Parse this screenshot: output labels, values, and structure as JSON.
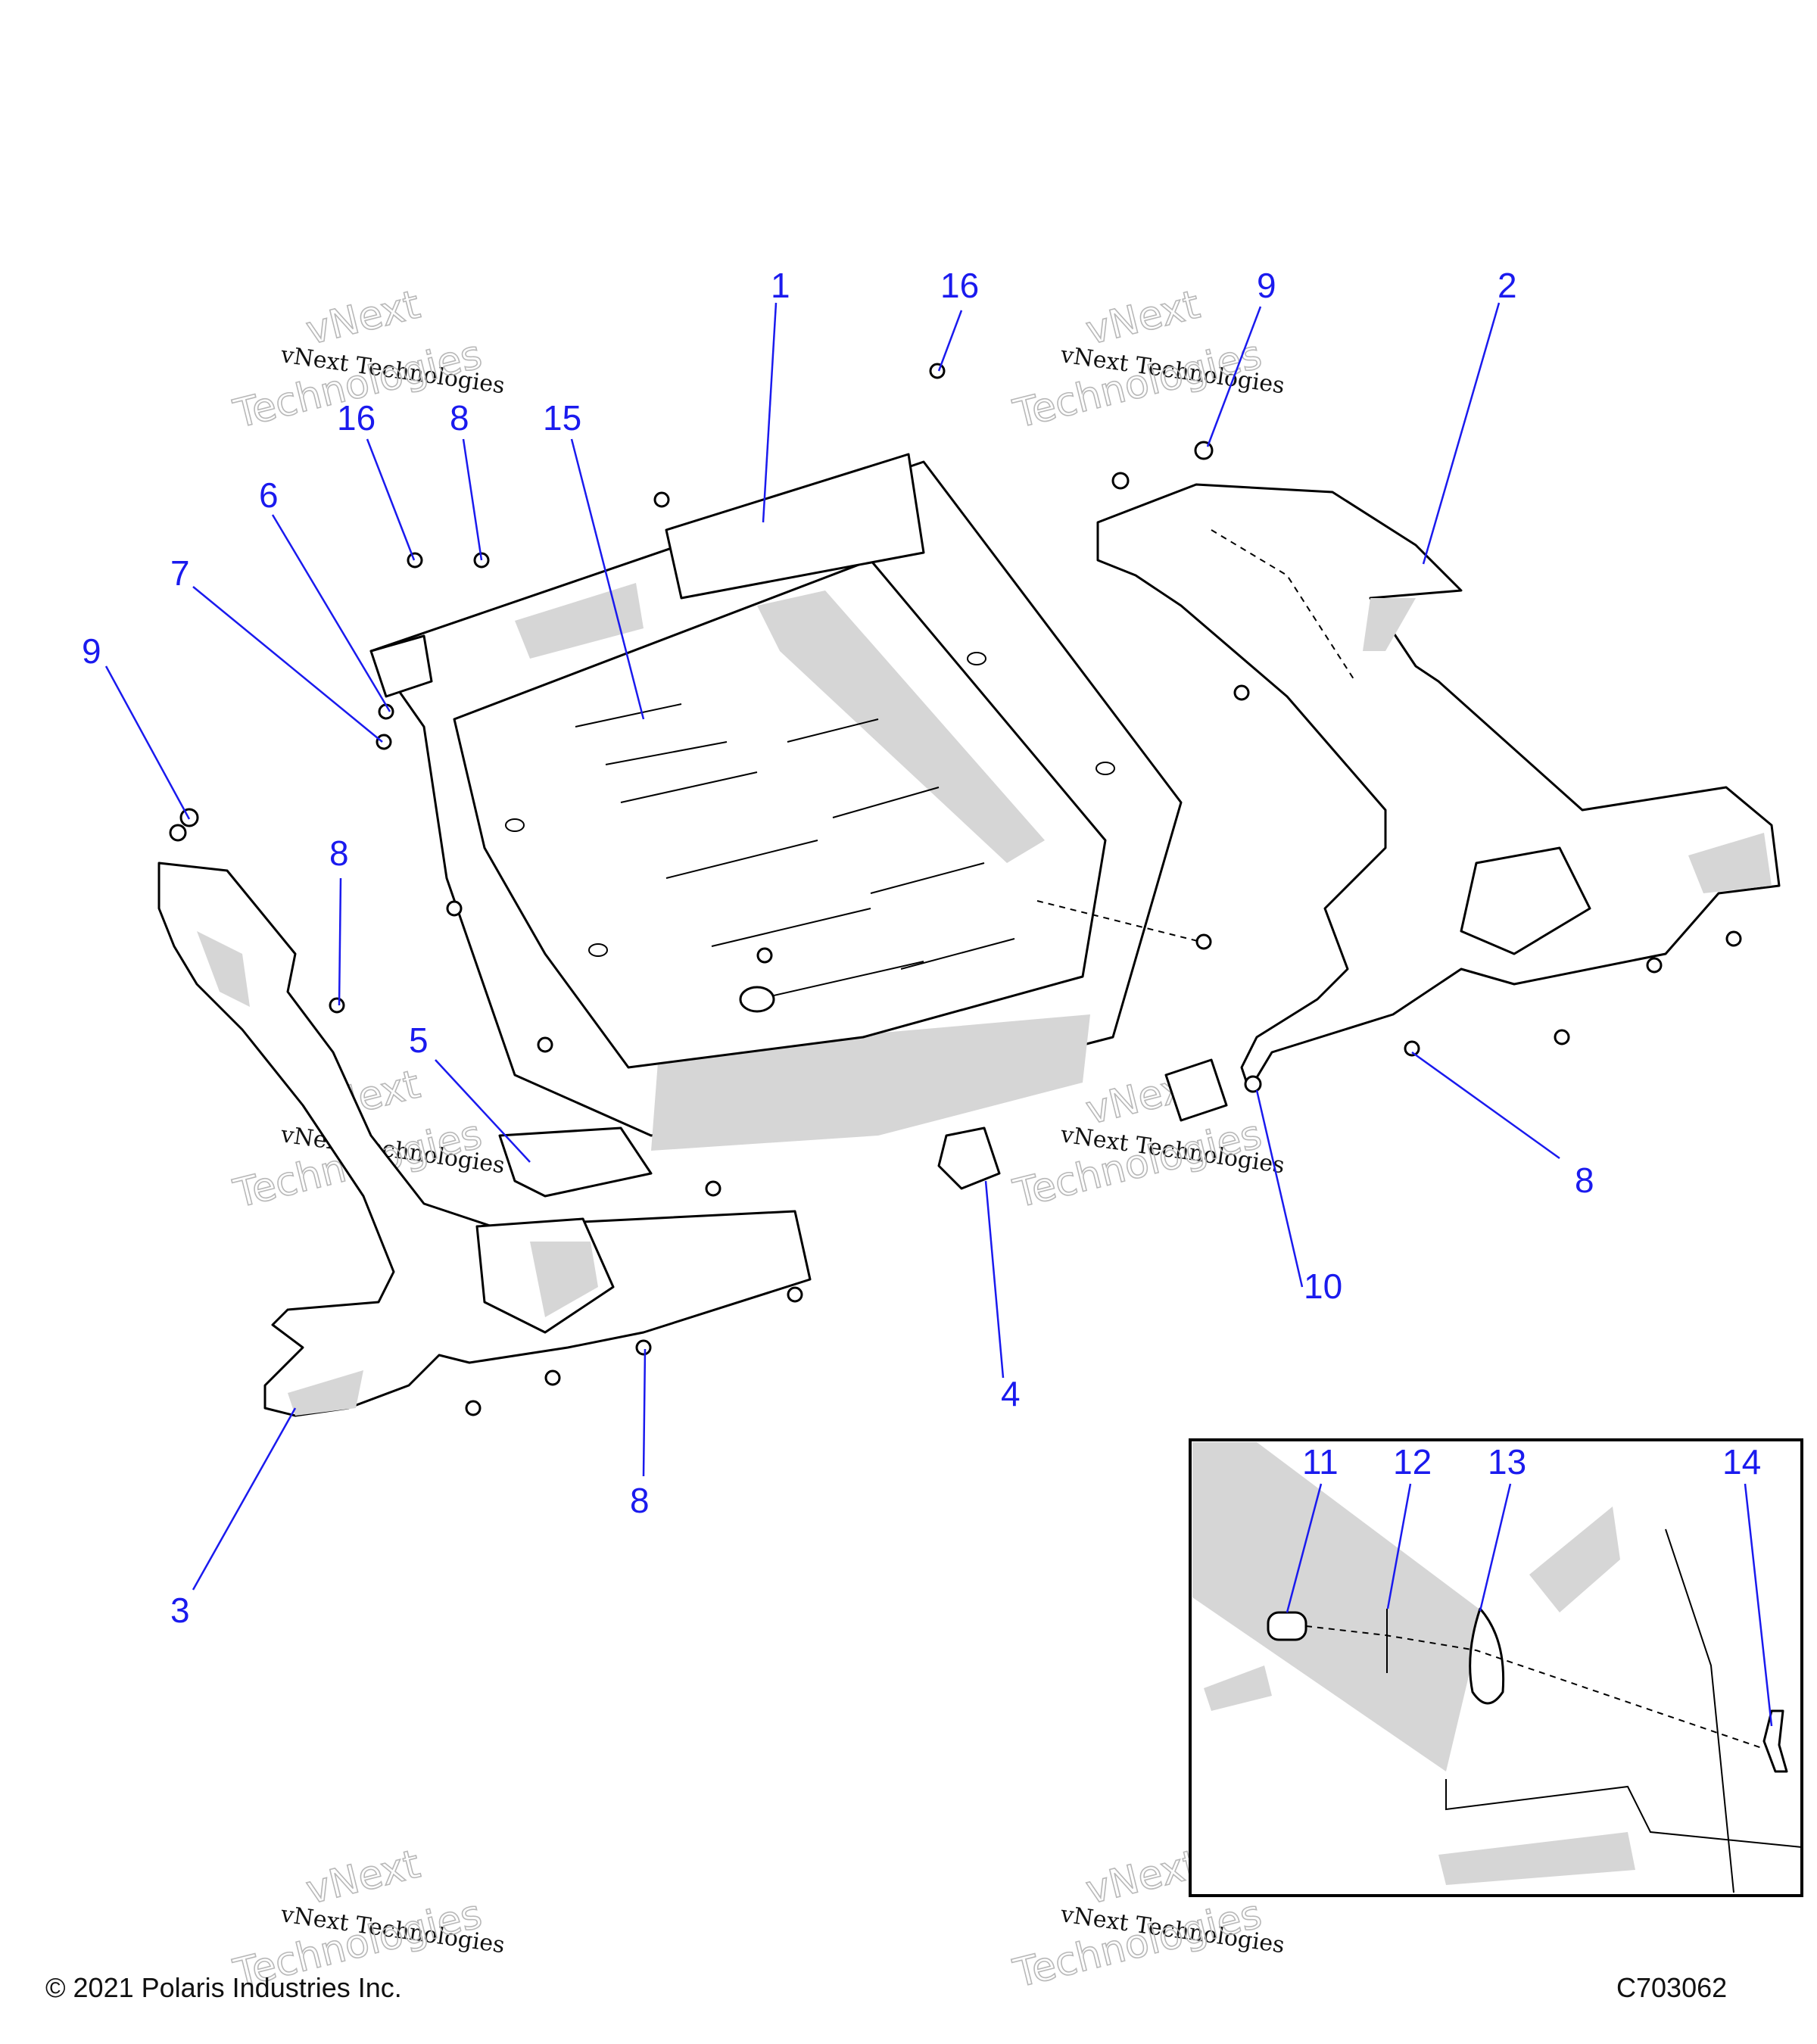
{
  "callouts": [
    "1",
    "2",
    "3",
    "4",
    "5",
    "6",
    "7",
    "8",
    "9",
    "10",
    "11",
    "12",
    "13",
    "14",
    "15",
    "16"
  ],
  "watermark": {
    "line1": "vNext Technologies",
    "line2": "vNext",
    "line3": "Technologies"
  },
  "footer": {
    "copyright": "© 2021 Polaris Industries Inc.",
    "diagram_id": "C703062"
  },
  "colors": {
    "callout": "#1a1aee",
    "line": "#000000",
    "shade": "#d6d6d6"
  }
}
